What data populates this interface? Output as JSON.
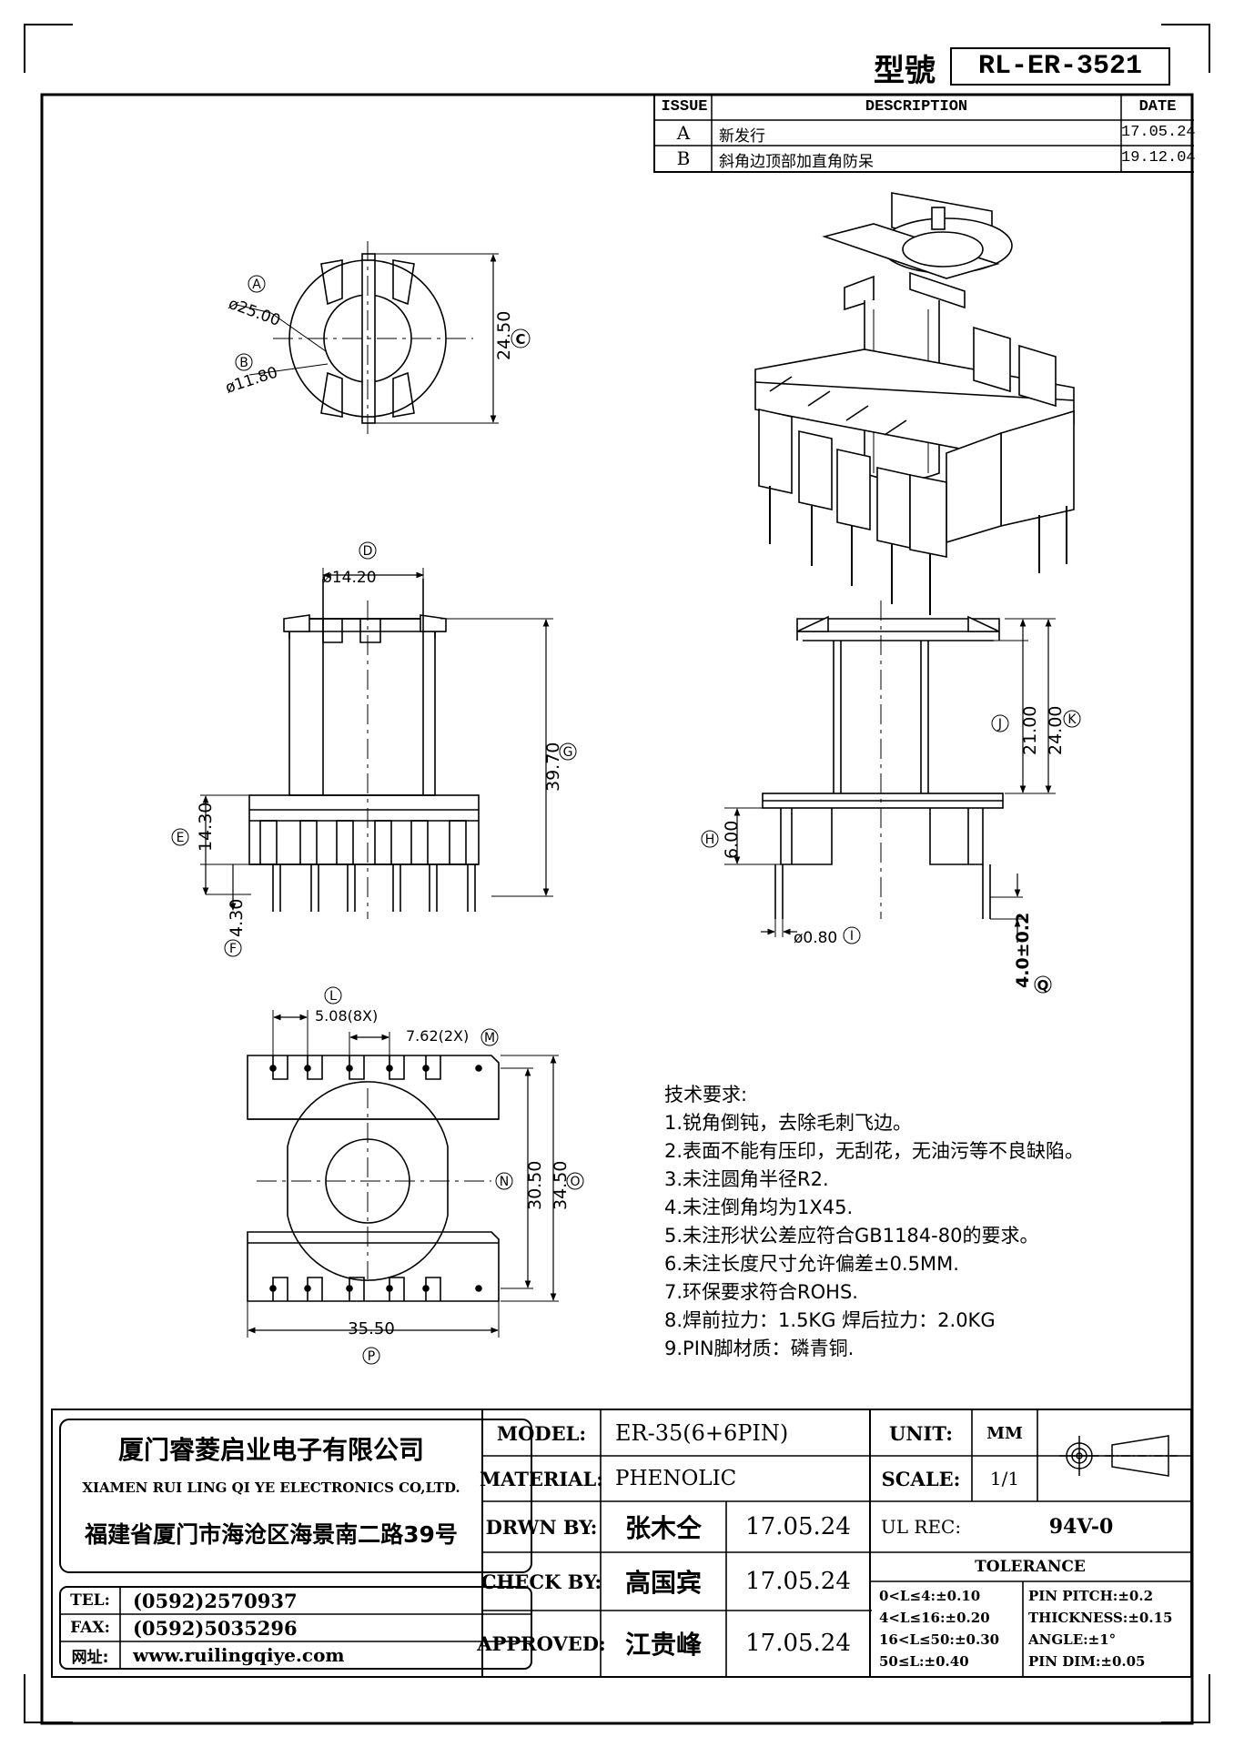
{
  "model_header": {
    "label": "型號",
    "value": "RL-ER-3521"
  },
  "revision_table": {
    "headers": {
      "issue": "ISSUE",
      "description": "DESCRIPTION",
      "date": "DATE"
    },
    "rows": [
      {
        "issue": "A",
        "description": "新发行",
        "date": "17.05.24"
      },
      {
        "issue": "B",
        "description": "斜角边顶部加直角防呆",
        "date": "19.12.04"
      }
    ]
  },
  "drawing_labels": {
    "top_view": {
      "A": "A",
      "B": "B",
      "C": "C",
      "dia_a": "ø25.00",
      "dia_b": "ø11.80",
      "h_c": "24.50"
    },
    "front_view": {
      "D": "D",
      "E": "E",
      "F": "F",
      "G": "G",
      "dia_d": "ø14.20",
      "h_g": "39.70",
      "h_e": "14.30",
      "h_f": "4.30"
    },
    "side_view": {
      "H": "H",
      "I": "I",
      "J": "J",
      "K": "K",
      "Q": "Q",
      "h_j": "21.00",
      "h_k": "24.00",
      "h_h": "6.00",
      "dia_i": "ø0.80",
      "h_q": "4.0±0.2"
    },
    "bottom_view": {
      "L": "L",
      "M": "M",
      "N": "N",
      "O": "O",
      "P": "P",
      "pitch_l": "5.08(8X)",
      "pitch_m": "7.62(2X)",
      "h_n": "30.50",
      "h_o": "34.50",
      "w_p": "35.50"
    }
  },
  "technical_notes": {
    "title": "技术要求:",
    "items": [
      "1.锐角倒钝，去除毛刺飞边。",
      "2.表面不能有压印，无刮花，无油污等不良缺陷。",
      "3.未注圆角半径R2.",
      "4.未注倒角均为1X45.",
      "5.未注形状公差应符合GB1184-80的要求。",
      "6.未注长度尺寸允许偏差±0.5MM.",
      "7.环保要求符合ROHS.",
      "8.焊前拉力：1.5KG 焊后拉力：2.0KG",
      "9.PIN脚材质：磷青铜."
    ]
  },
  "title_block": {
    "company_cn": "厦门睿菱启业电子有限公司",
    "company_en": "XIAMEN RUI LING QI YE ELECTRONICS CO,LTD.",
    "address": "福建省厦门市海沧区海景南二路39号",
    "tel_label": "TEL:",
    "tel": "(0592)2570937",
    "fax_label": "FAX:",
    "fax": "(0592)5035296",
    "web_label": "网址:",
    "web": "www.ruilingqiye.com",
    "model_label": "MODEL:",
    "model": "ER-35(6+6PIN)",
    "material_label": "MATERIAL:",
    "material": "PHENOLIC",
    "drawn_label": "DRWN BY:",
    "drawn_by": "张木仝",
    "drawn_date": "17.05.24",
    "check_label": "CHECK BY:",
    "check_by": "高国宾",
    "check_date": "17.05.24",
    "approved_label": "APPROVED:",
    "approved_by": "江贵峰",
    "approved_date": "17.05.24",
    "unit_label": "UNIT:",
    "unit": "MM",
    "scale_label": "SCALE:",
    "scale": "1/1",
    "ul_label": "UL REC:",
    "ul": "94V-0",
    "tolerance_title": "TOLERANCE",
    "tolerance_left": [
      "0<L≤4:±0.10",
      "4<L≤16:±0.20",
      "16<L≤50:±0.30",
      "50≤L:±0.40"
    ],
    "tolerance_right": [
      "PIN PITCH:±0.2",
      "THICKNESS:±0.15",
      "ANGLE:±1°",
      "PIN DIM:±0.05"
    ]
  }
}
